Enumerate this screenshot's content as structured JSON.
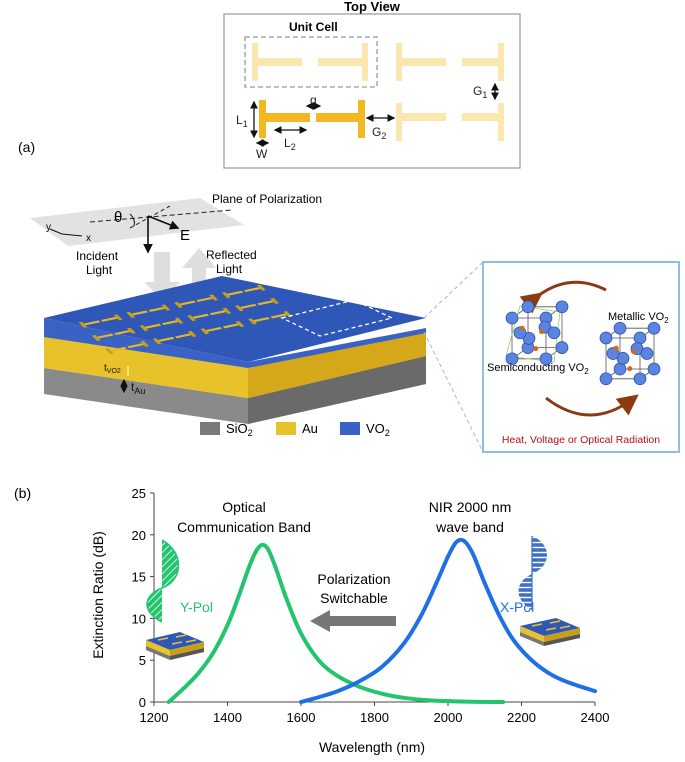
{
  "panel_labels": {
    "a": "(a)",
    "b": "(b)"
  },
  "top_view": {
    "title": "Top View",
    "unit_cell_label": "Unit Cell",
    "labels": {
      "L1": "L",
      "L1_sub": "1",
      "L2": "L",
      "L2_sub": "2",
      "W": "W",
      "g": "g",
      "G1": "G",
      "G1_sub": "1",
      "G2": "G",
      "G2_sub": "2"
    }
  },
  "schematic": {
    "plane_of_polarization": "Plane of Polarization",
    "theta": "θ",
    "E": "E",
    "axis_y": "y",
    "axis_x": "x",
    "incident_1": "Incident",
    "incident_2": "Light",
    "reflected_1": "Reflected",
    "reflected_2": "Light",
    "t_vo2": "t",
    "t_vo2_sub": "VO2",
    "t_au": "t",
    "t_au_sub": "Au",
    "legend": [
      {
        "label": "SiO",
        "sub": "2",
        "color": "#7a7a7a"
      },
      {
        "label": "Au",
        "sub": "",
        "color": "#e8c22a"
      },
      {
        "label": "VO",
        "sub": "2",
        "color": "#3a62c4"
      }
    ]
  },
  "inset": {
    "metallic": "Metallic VO",
    "metallic_sub": "2",
    "semiconducting": "Semiconducting VO",
    "semiconducting_sub": "2",
    "stimulus": "Heat, Voltage or Optical Radiation"
  },
  "chart_annotations": {
    "optical_1": "Optical",
    "optical_2": "Communication Band",
    "nir_1": "NIR 2000 nm",
    "nir_2": "wave band",
    "switch_1": "Polarization",
    "switch_2": "Switchable",
    "ypol": "Y-Pol",
    "xpol": "X-Pol"
  },
  "chart_data": {
    "type": "line",
    "xlabel": "Wavelength (nm)",
    "ylabel": "Extinction Ratio (dB)",
    "xlim": [
      1200,
      2400
    ],
    "ylim": [
      0,
      25
    ],
    "xticks": [
      1200,
      1400,
      1600,
      1800,
      2000,
      2200,
      2400
    ],
    "yticks": [
      0,
      5,
      10,
      15,
      20,
      25
    ],
    "grid": false,
    "series": [
      {
        "name": "Y-Pol",
        "color": "#22c46e",
        "x": [
          1240,
          1280,
          1320,
          1360,
          1400,
          1430,
          1460,
          1480,
          1495,
          1510,
          1530,
          1560,
          1600,
          1650,
          1700,
          1760,
          1820,
          1880,
          1950,
          2050,
          2150
        ],
        "y": [
          0.0,
          1.6,
          3.4,
          5.8,
          9.2,
          12.6,
          16.3,
          18.2,
          18.8,
          18.3,
          16.2,
          12.4,
          8.2,
          4.9,
          3.1,
          1.8,
          1.0,
          0.5,
          0.2,
          0.05,
          0.0
        ]
      },
      {
        "name": "X-Pol",
        "color": "#1f6fe5",
        "x": [
          1600,
          1650,
          1700,
          1760,
          1820,
          1880,
          1930,
          1970,
          2000,
          2020,
          2035,
          2050,
          2070,
          2100,
          2140,
          2180,
          2230,
          2280,
          2330,
          2400
        ],
        "y": [
          0.0,
          0.6,
          1.3,
          2.5,
          4.2,
          7.0,
          10.6,
          14.4,
          17.4,
          19.0,
          19.4,
          19.0,
          17.5,
          14.2,
          10.3,
          7.3,
          4.9,
          3.3,
          2.3,
          1.3
        ]
      }
    ]
  }
}
